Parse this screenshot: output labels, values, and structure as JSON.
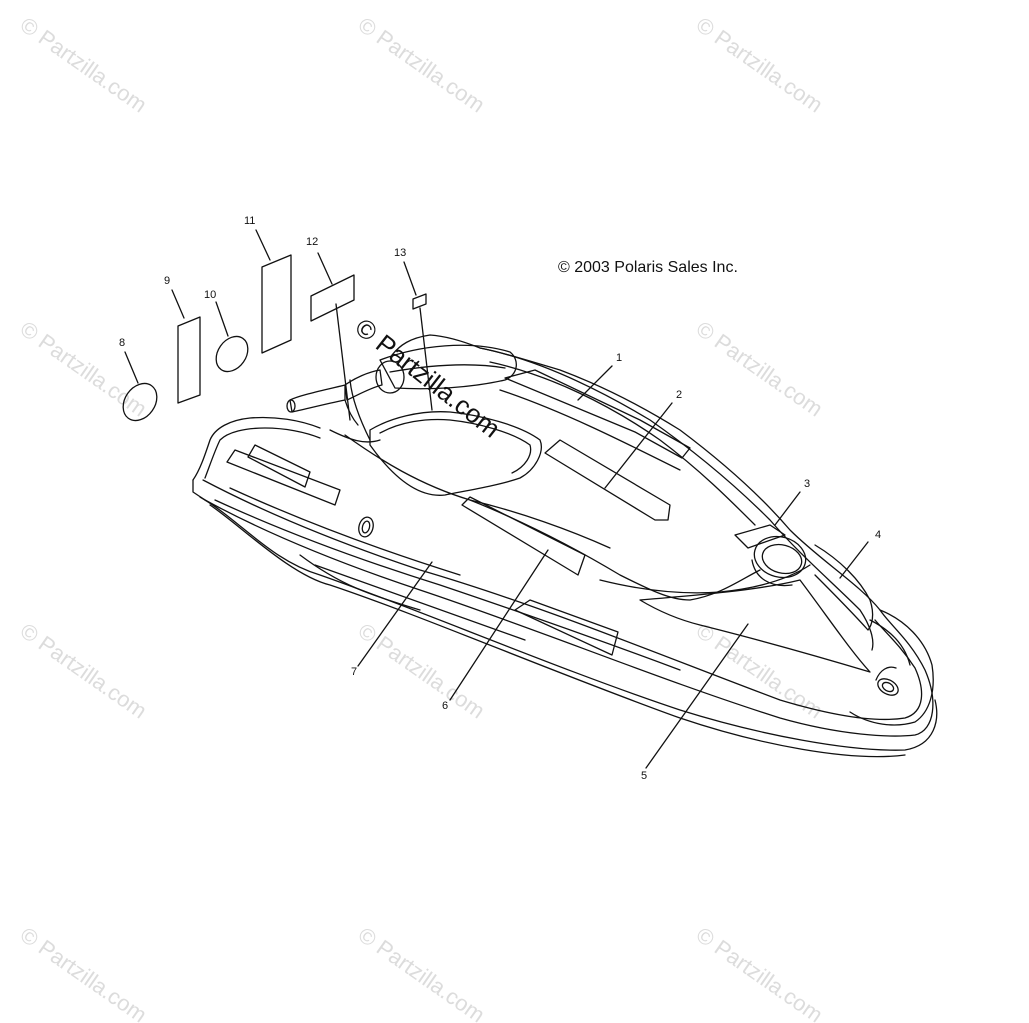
{
  "copyright": "© 2003 Polaris Sales Inc.",
  "center_watermark": "© Partzilla.com",
  "watermark_text": "© Partzilla.com",
  "callouts": {
    "c1": "1",
    "c2": "2",
    "c3": "3",
    "c4": "4",
    "c5": "5",
    "c6": "6",
    "c7": "7",
    "c8": "8",
    "c9": "9",
    "c10": "10",
    "c11": "11",
    "c12": "12",
    "c13": "13"
  },
  "colors": {
    "line": "#111111",
    "watermark": "#dcdcdc"
  }
}
